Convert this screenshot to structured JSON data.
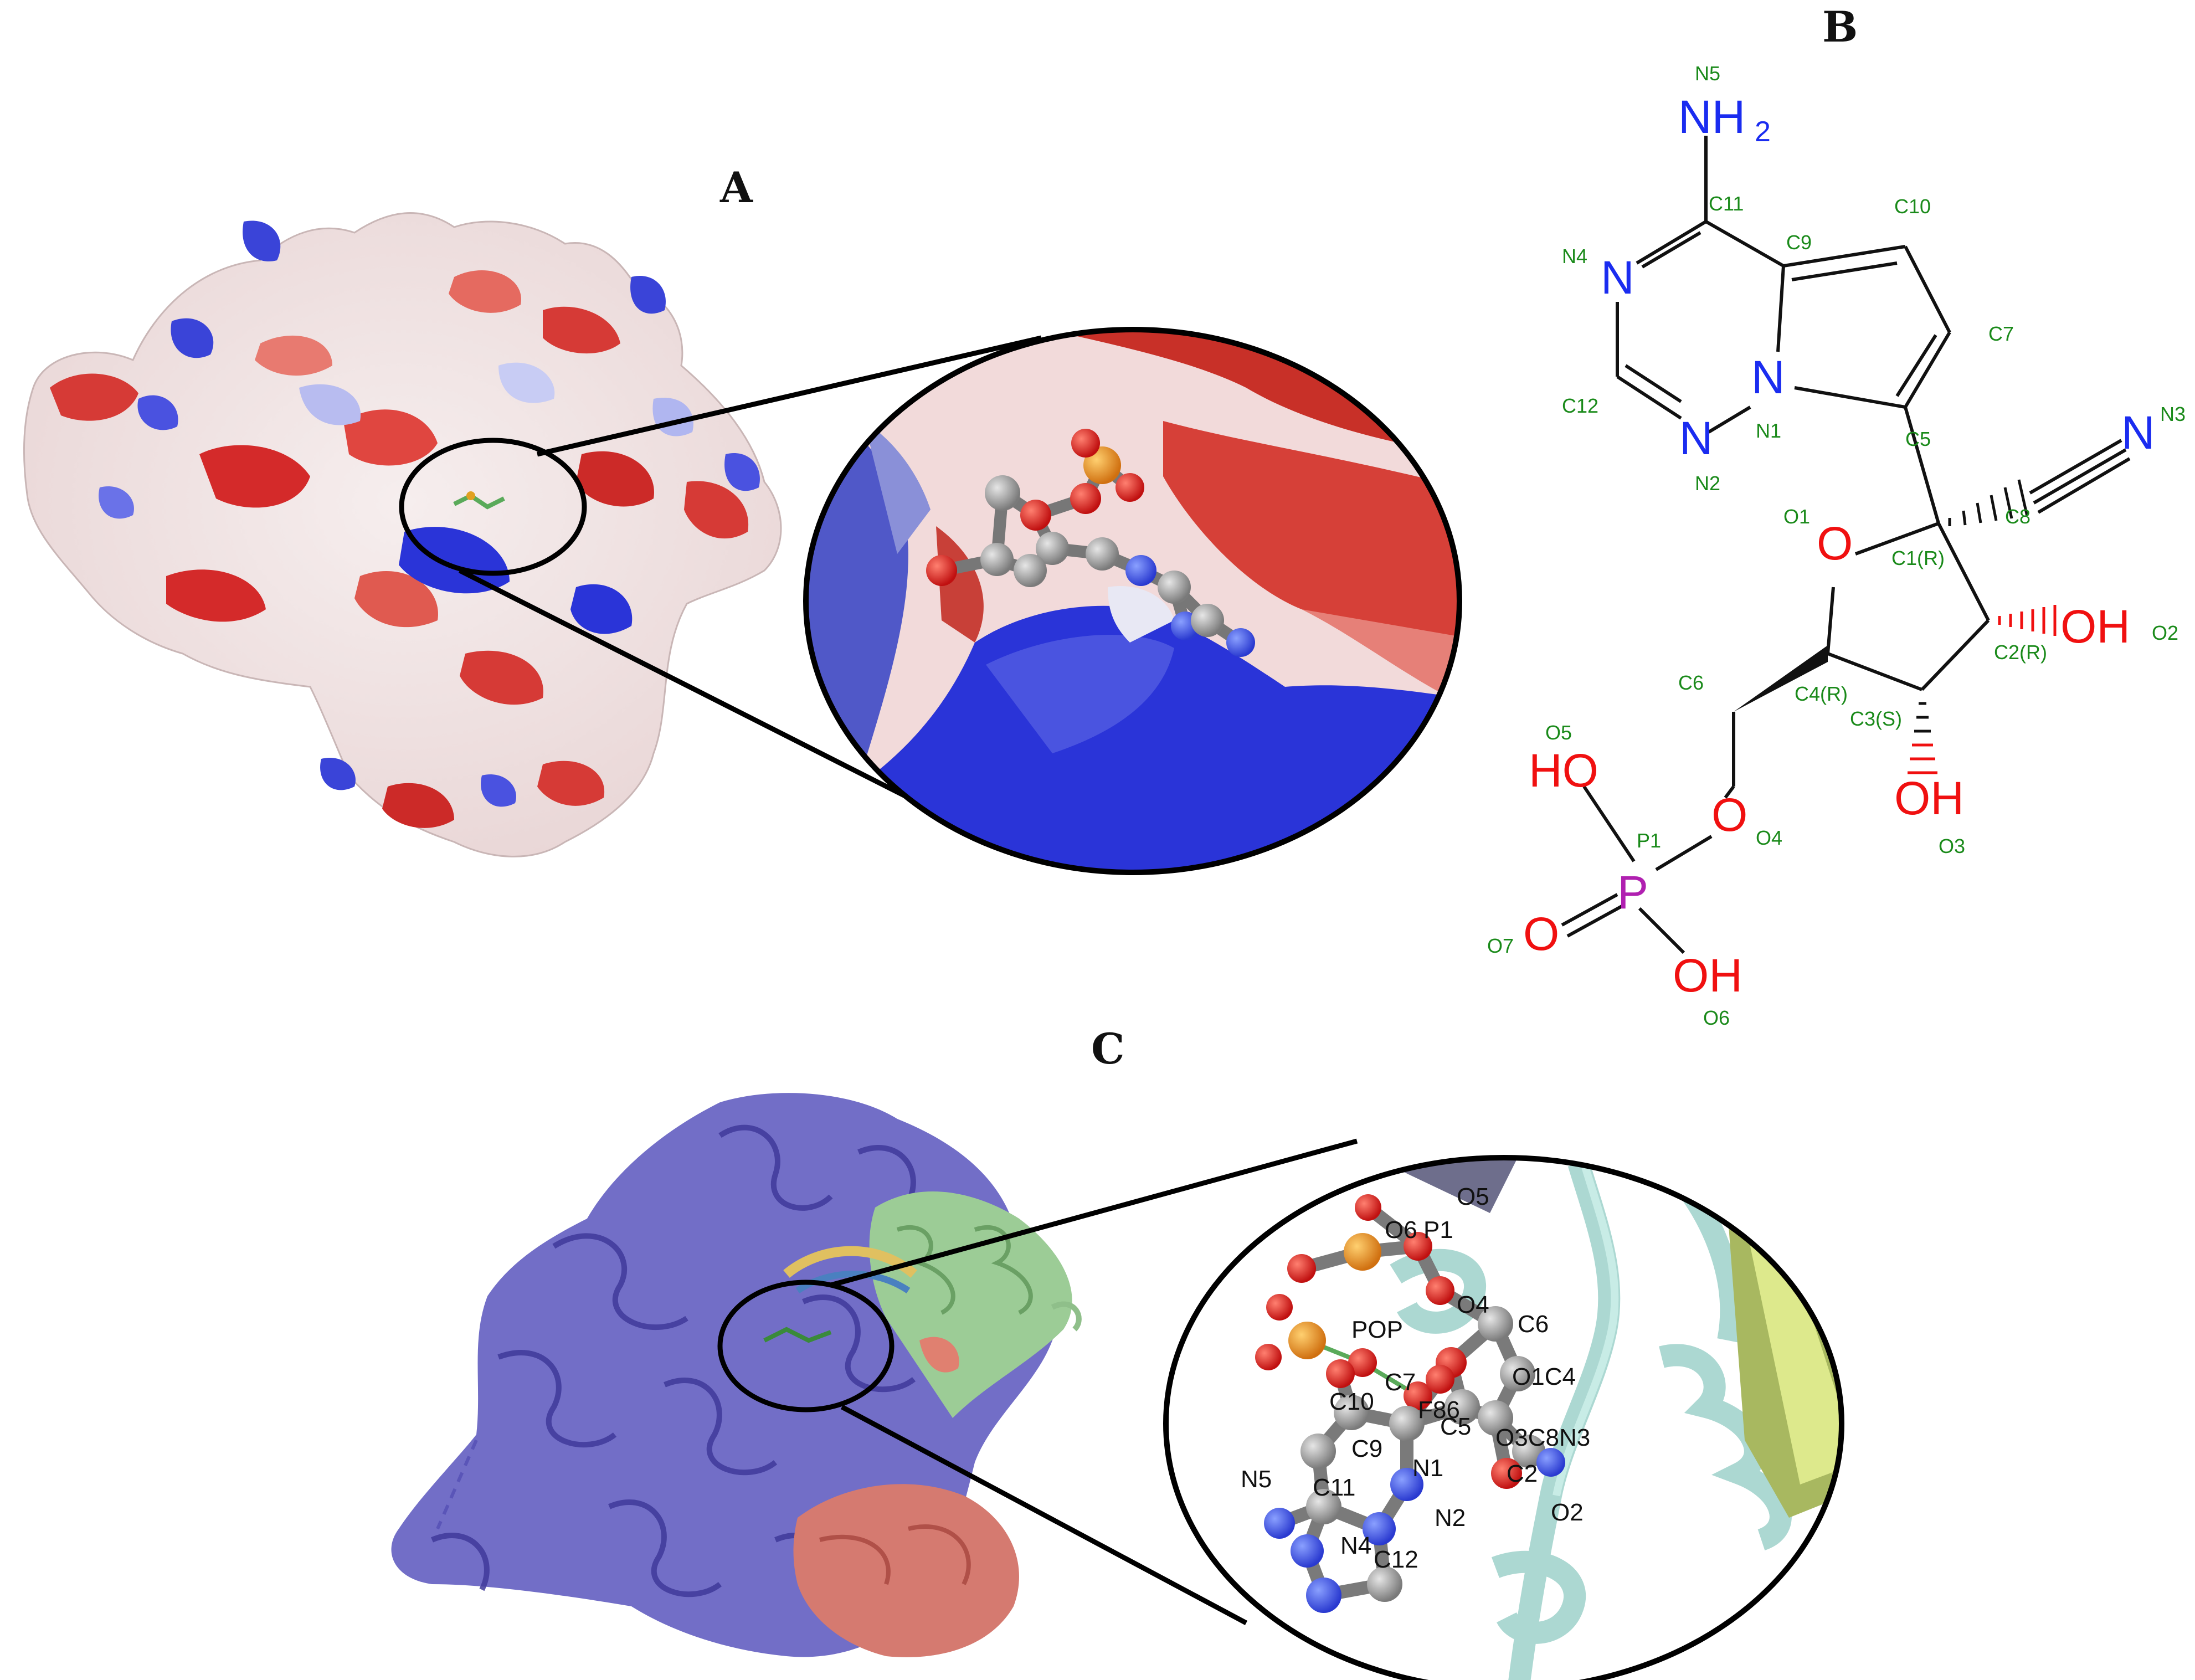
{
  "panels": {
    "a": "A",
    "b": "B",
    "c": "C"
  },
  "colors": {
    "negative": "#d42a2a",
    "neutral": "#f4f0ee",
    "positive": "#2a34d8",
    "chain_main": "#5a55b8",
    "chain_green": "#8fbf8a",
    "chain_salmon": "#d57a70",
    "chain_cyan": "#b9e0dc",
    "nitrogen": "#1a2cf0",
    "oxygen": "#f01010",
    "phosphorus": "#b020b0",
    "carbon_ball": "#9a9a9a",
    "label_green": "#1a8a1a"
  },
  "structure": {
    "atoms": {
      "nh2": "NH",
      "nh2_sub": "2",
      "n_left": "N",
      "n_ring_bottom": "N",
      "n_bridge": "N",
      "n_nitrile": "N",
      "o_ring": "O",
      "oh_right": "OH",
      "oh_bottom": "OH",
      "o_ester": "O",
      "ho_phos": "HO",
      "p": "P",
      "o_double": "O",
      "oh_phos": "OH"
    },
    "labels": {
      "n5": "N5",
      "c11": "C11",
      "c10": "C10",
      "n4": "N4",
      "c9": "C9",
      "c7": "C7",
      "c12": "C12",
      "n1": "N1",
      "n2": "N2",
      "c5": "C5",
      "n3": "N3",
      "o1": "O1",
      "c1": "C1(R)",
      "c8": "C8",
      "o2": "O2",
      "c2": "C2(R)",
      "c6": "C6",
      "c4": "C4(R)",
      "c3": "C3(S)",
      "o5": "O5",
      "p1": "P1",
      "o4": "O4",
      "o3": "O3",
      "o7": "O7",
      "o6": "O6"
    }
  },
  "zoom_c_labels": {
    "o5": "O5",
    "o6": "O6",
    "p1": "P1",
    "o4": "O4",
    "pop": "POP",
    "c6": "C6",
    "c7": "C7",
    "o1c4": "O1C4",
    "c10": "C10",
    "f86": "F86",
    "c5": "C5",
    "o3c8n3": "O3C8N3",
    "c9": "C9",
    "n1": "N1",
    "c2": "C2",
    "n5": "N5",
    "c11": "C11",
    "n2": "N2",
    "o2": "O2",
    "n4": "N4",
    "c12": "C12"
  }
}
